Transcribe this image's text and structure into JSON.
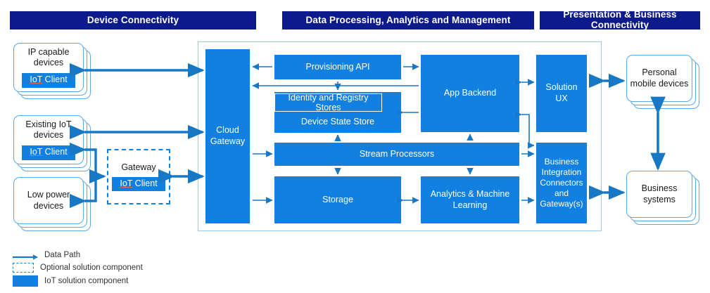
{
  "bands": [
    {
      "id": "device-connectivity",
      "label": "Device Connectivity"
    },
    {
      "id": "data-processing",
      "label": "Data Processing, Analytics and Management"
    },
    {
      "id": "presentation-business",
      "label": "Presentation & Business Connectivity"
    }
  ],
  "devices": [
    {
      "id": "ip-capable-devices",
      "label": "IP capable devices",
      "chip": "IoT Client",
      "chip_prefix": "IoT",
      "chip_suffix": " Client"
    },
    {
      "id": "existing-iot-devices",
      "label": "Existing IoT devices",
      "chip": "IoT Client",
      "chip_prefix": "IoT",
      "chip_suffix": " Client"
    },
    {
      "id": "low-power-devices",
      "label": "Low power devices",
      "chip": null
    }
  ],
  "gateway": {
    "id": "gateway",
    "label": "Gateway",
    "chip": "IoT Client",
    "chip_prefix": "IoT",
    "chip_suffix": " Client",
    "optional": true
  },
  "cloud": {
    "gateway_block": "Cloud Gateway",
    "blocks": [
      {
        "id": "provisioning-api",
        "label": "Provisioning API"
      },
      {
        "id": "identity-registry-stores",
        "label": "Identity and Registry Stores"
      },
      {
        "id": "device-state-store",
        "label": "Device State Store"
      },
      {
        "id": "app-backend",
        "label": "App Backend"
      },
      {
        "id": "stream-processors",
        "label": "Stream Processors"
      },
      {
        "id": "storage",
        "label": "Storage"
      },
      {
        "id": "analytics-ml",
        "label": "Analytics & Machine Learning"
      },
      {
        "id": "solution-ux",
        "label": "Solution UX"
      },
      {
        "id": "business-integration",
        "label": "Business Integration Connectors and Gateway(s)"
      }
    ]
  },
  "consumers": [
    {
      "id": "personal-mobile-devices",
      "label": "Personal mobile devices"
    },
    {
      "id": "business-systems",
      "label": "Business systems"
    }
  ],
  "legend": [
    {
      "id": "data-path",
      "label": "Data Path",
      "kind": "arrow"
    },
    {
      "id": "optional-component",
      "label": "Optional solution component",
      "kind": "dashed"
    },
    {
      "id": "iot-component",
      "label": "IoT solution component",
      "kind": "solid"
    }
  ],
  "colors": {
    "band": "#0d1a8c",
    "component": "#1280e0",
    "card_border": "#5aa9e6",
    "container_border": "#9cc9ee",
    "arrow": "#1778c6"
  }
}
